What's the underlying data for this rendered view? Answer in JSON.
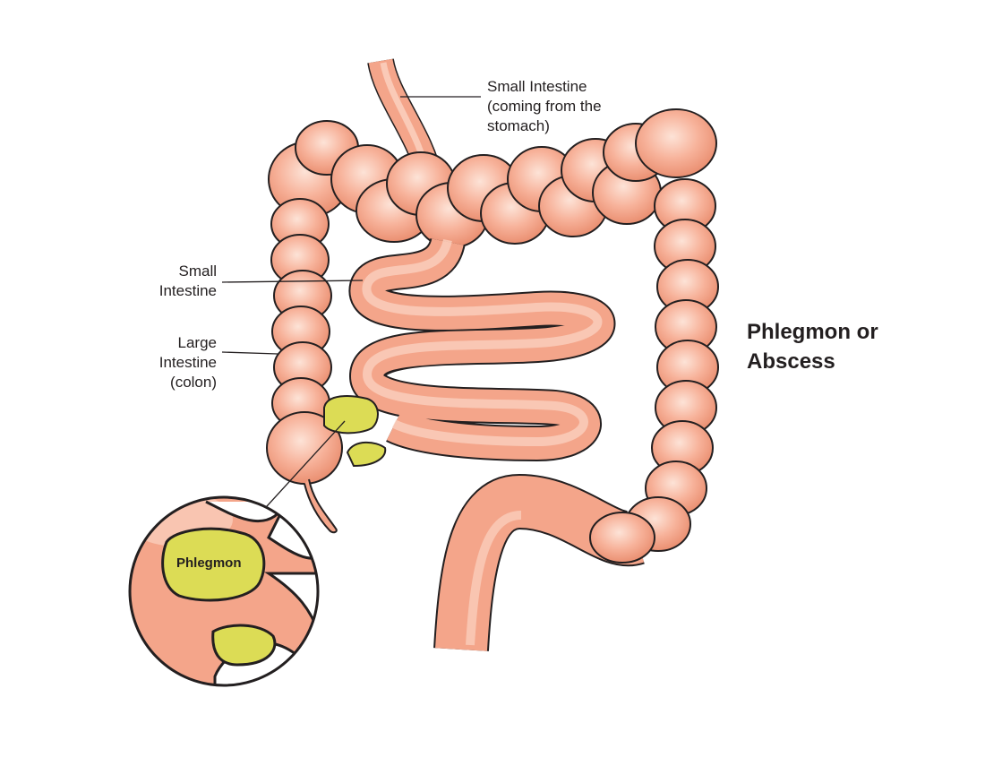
{
  "title": {
    "line1": "Phlegmon or",
    "line2": "Abscess"
  },
  "labels": {
    "small_intestine_top": {
      "line1": "Small Intestine",
      "line2": "(coming from the",
      "line3": "stomach)"
    },
    "small_intestine": {
      "line1": "Small",
      "line2": "Intestine"
    },
    "large_intestine": {
      "line1": "Large",
      "line2": "Intestine",
      "line3": "(colon)"
    },
    "phlegmon": "Phlegmon"
  },
  "colors": {
    "intestine": "#f4a58a",
    "intestine_highlight": "#fbd3c2",
    "intestine_shade": "#e98a6c",
    "phlegmon": "#dcdc55",
    "outline": "#231f20"
  }
}
